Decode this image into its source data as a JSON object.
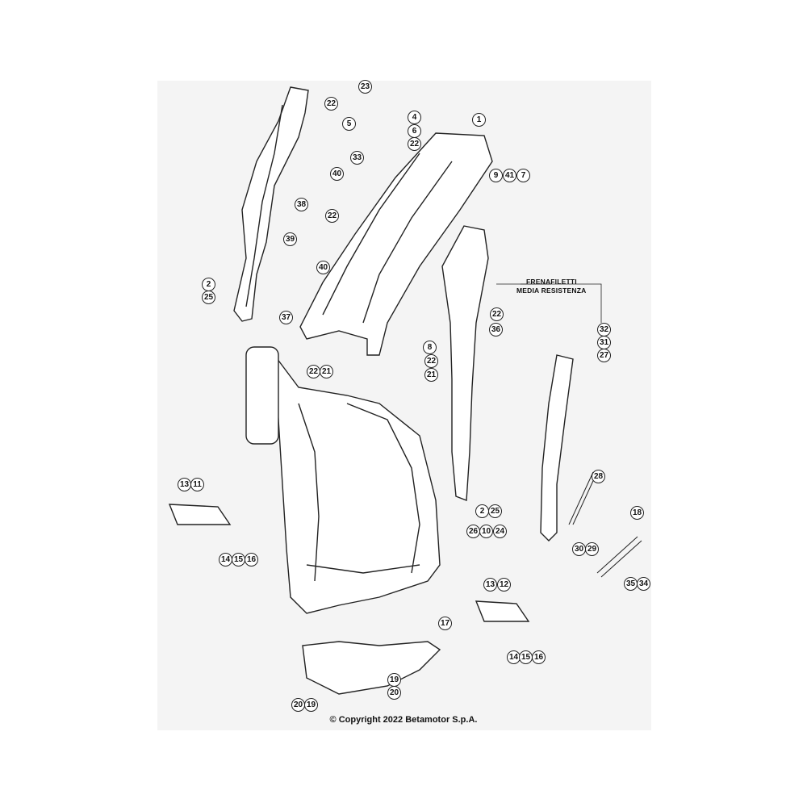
{
  "diagram": {
    "callouts": {
      "c1": "1",
      "c2a": "2",
      "c2b": "2",
      "c4": "4",
      "c5": "5",
      "c6": "6",
      "c7": "7",
      "c8": "8",
      "c9": "9",
      "c10": "10",
      "c11": "11",
      "c12": "12",
      "c13a": "13",
      "c13b": "13",
      "c14a": "14",
      "c14b": "14",
      "c15a": "15",
      "c15b": "15",
      "c16a": "16",
      "c16b": "16",
      "c17": "17",
      "c18": "18",
      "c19a": "19",
      "c19b": "19",
      "c20a": "20",
      "c20b": "20",
      "c21a": "21",
      "c21b": "21",
      "c22a": "22",
      "c22b": "22",
      "c22c": "22",
      "c22d": "22",
      "c22e": "22",
      "c22f": "22",
      "c23": "23",
      "c24": "24",
      "c25a": "25",
      "c25b": "25",
      "c26": "26",
      "c27": "27",
      "c28": "28",
      "c29": "29",
      "c30": "30",
      "c31": "31",
      "c32": "32",
      "c33": "33",
      "c34": "34",
      "c35": "35",
      "c36": "36",
      "c37": "37",
      "c38": "38",
      "c39": "39",
      "c40a": "40",
      "c40b": "40",
      "c41": "41"
    },
    "note_line1": "FRENAFILETTI",
    "note_line2": "MEDIA RESISTENZA",
    "copyright": "© Copyright 2022 Betamotor S.p.A."
  }
}
